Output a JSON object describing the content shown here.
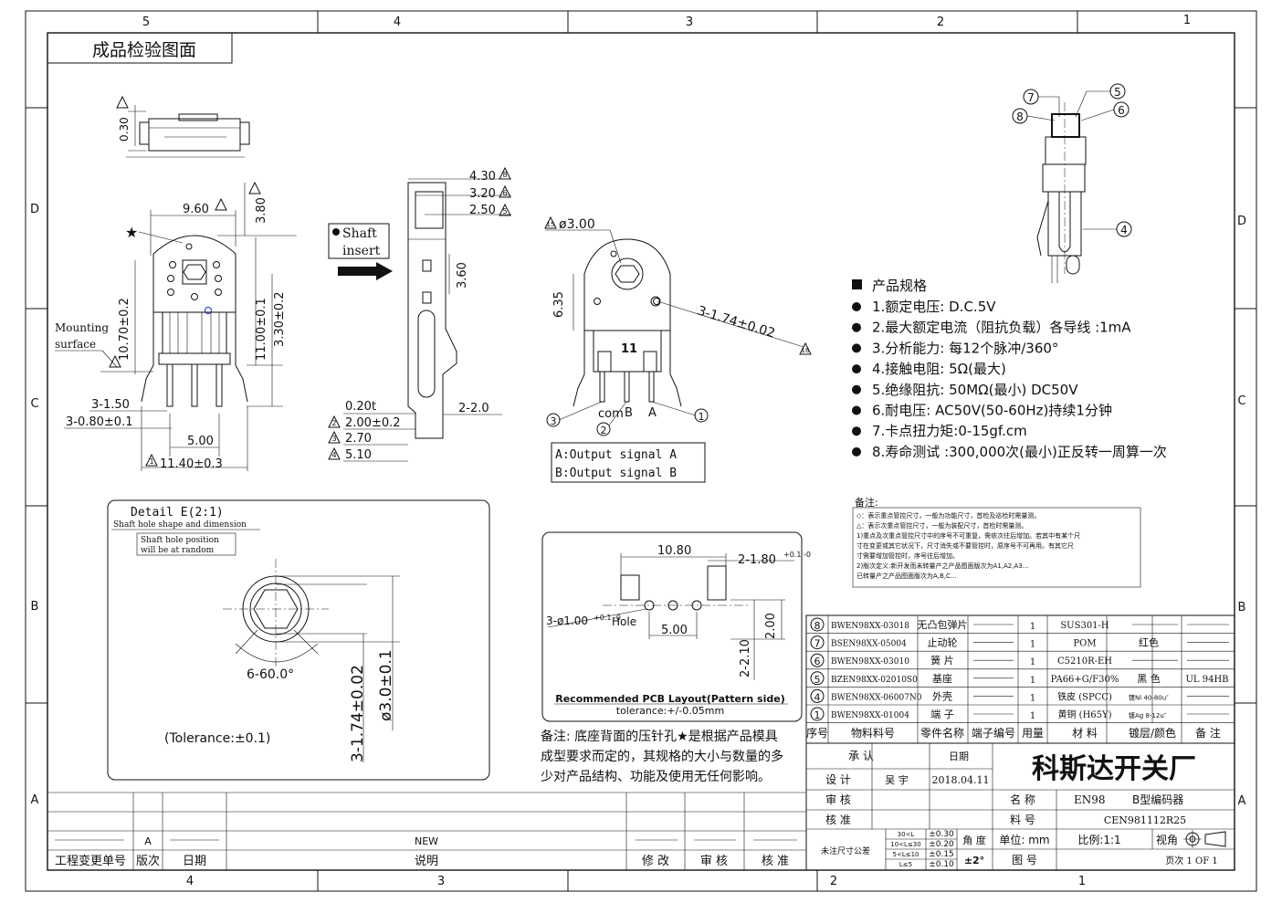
{
  "frame": {
    "top_zones": [
      "5",
      "4",
      "3",
      "2",
      "1"
    ],
    "bottom_zones": [
      "4",
      "3",
      "2",
      "1"
    ],
    "left_zones": [
      "D",
      "C",
      "B",
      "A"
    ],
    "right_zones": [
      "D",
      "C",
      "B",
      "A"
    ]
  },
  "title_box": "成品检验图面",
  "side_view": {
    "dim": "0.30"
  },
  "front_view": {
    "dim_width": "9.60",
    "dim_height_top": "3.80",
    "dim_left_tall": "10.70±0.2",
    "dim_right_a": "11.00±0.1",
    "dim_right_b": "3.30±0.2",
    "mounting_label_1": "Mounting",
    "mounting_label_2": "surface",
    "dim_pin_len": "3-1.50",
    "dim_pin_dia": "3-0.80±0.1",
    "dim_pitch": "5.00",
    "dim_total": "11.40±0.3",
    "tag_total": "1",
    "star": "★"
  },
  "shaft_insert": {
    "line1": "Shaft",
    "line2": "insert"
  },
  "profile_view": {
    "dim_a": "4.30",
    "tag_a": "8",
    "dim_b": "3.20",
    "tag_b": "6",
    "dim_c": "2.50",
    "tag_c": "5",
    "dim_d": "3.60",
    "dim_e": "0.20t",
    "dim_f": "2.00±0.2",
    "tag_f": "2",
    "dim_g": "2.70",
    "tag_g": "3",
    "dim_h": "5.10",
    "tag_h": "4",
    "dim_i": "2-2.0"
  },
  "rear_view": {
    "dim_hole": "ø3.00",
    "tag_hole": "15",
    "dim_height": "6.35",
    "dim_holes": "3-1.74±0.02",
    "tag_holes": "16",
    "mark": "11",
    "pin_com": "com",
    "pin_b": "B",
    "pin_a": "A",
    "callout_3": "3",
    "callout_2": "2",
    "callout_1": "1",
    "signal_a": "A:Output signal A",
    "signal_b": "B:Output signal B"
  },
  "exploded": {
    "c7": "7",
    "c8": "8",
    "c5": "5",
    "c6": "6",
    "c4": "4"
  },
  "specs": {
    "heading": "产品规格",
    "items": [
      "1.额定电压: D.C.5V",
      "2.最大额定电流（阻抗负载）各导线 :1mA",
      "3.分析能力: 每12个脉冲/360°",
      "4.接触电阻: 5Ω(最大)",
      "5.绝缘阻抗: 50MΩ(最小) DC50V",
      "6.耐电压: AC50V(50-60Hz)持续1分钟",
      "7.卡点扭力矩:0-15gf.cm",
      "8.寿命测试 :300,000次(最小)正反转一周算一次"
    ]
  },
  "notes": {
    "heading": "备注:",
    "lines": [
      "◇：表示重点管控尺寸，一般为功能尺寸，首检及巡检时需量测。",
      "△：表示次重点管控尺寸，一般为装配尺寸，首检时需量测。",
      "1)重点及次重点管控尺寸中的序号不可重复，需依次往后增加。若其中有某个尺",
      "寸在变更或其它状况下，尺寸消失或不要管控时，原序号不可再用。有其它尺",
      "寸需要增加管控时，序号往后增加。",
      "2)版次定义:新开发而未转量产之产品图面版次为A1,A2,A3...",
      "已转量产之产品图面版次为A,B,C..."
    ]
  },
  "detail": {
    "title": "Detail E(2:1)",
    "subtitle": "Shaft hole shape and dimension",
    "note_1": "Shaft hole position",
    "note_2": "will be at random",
    "angle": "6-60.0°",
    "dim_a": "3-1.74±0.02",
    "dim_b": "ø3.0±0.1",
    "tolerance": "(Tolerance:±0.1)"
  },
  "pcb": {
    "dim_w": "10.80",
    "dim_slot": "2-1.80",
    "dim_slot_tol": "+0.1\n-0",
    "hole": "3-ø1.00",
    "hole_tol": "+0.1\n-0",
    "hole_suffix": "Hole",
    "dim_pitch": "5.00",
    "dim_h": "2.00",
    "dim_slot_w": "2-2.10",
    "caption": "Recommended PCB Layout(Pattern side)",
    "tolerance": "tolerance:+/-0.05mm"
  },
  "remark": {
    "lines": [
      "备注: 底座背面的压针孔★是根据产品模具",
      "成型要求而定的，其规格的大小与数量的多",
      "少对产品结构、功能及使用无任何影响。"
    ]
  },
  "bom": {
    "rows": [
      {
        "no": "8",
        "part": "BWEN98XX-03018",
        "name": "无凸包弹片",
        "qty": "1",
        "material": "SUS301-H",
        "finish": "",
        "note": ""
      },
      {
        "no": "7",
        "part": "BSEN98XX-05004",
        "name": "止动轮",
        "qty": "1",
        "material": "POM",
        "finish": "红色",
        "note": ""
      },
      {
        "no": "6",
        "part": "BWEN98XX-03010",
        "name": "簧 片",
        "qty": "1",
        "material": "C5210R-EH",
        "finish": "",
        "note": ""
      },
      {
        "no": "5",
        "part": "BZEN98XX-02010S0",
        "name": "基座",
        "qty": "1",
        "material": "PA66+G/F30%",
        "finish": "黑 色",
        "note": "UL 94HB"
      },
      {
        "no": "4",
        "part": "BWEN98XX-06007N0",
        "name": "外壳",
        "qty": "1",
        "material": "铁皮 (SPCC)",
        "finish": "镀Ni 40-80u″",
        "note": ""
      },
      {
        "no": "1",
        "part": "BWEN98XX-01004",
        "name": "端 子",
        "qty": "1",
        "material": "黄铜 (H65Y)",
        "finish": "镀Ag 8-12u″",
        "note": ""
      }
    ],
    "headers": [
      "序号",
      "物料料号",
      "零件名称",
      "端子编号",
      "用量",
      "材 料",
      "镀层/颜色",
      "备 注"
    ]
  },
  "title_block": {
    "approve": "承 认",
    "date_label": "日期",
    "company": "科斯达开关厂",
    "design": "设 计",
    "designer": "吴 宇",
    "date": "2018.04.11",
    "review": "审 核",
    "check": "核 准",
    "name_label": "名 称",
    "name_model": "EN98",
    "name_value": "B型编码器",
    "part_label": "料 号",
    "part_value": "CEN981112R25",
    "untol": "未注尺寸公差",
    "tol_rows": [
      {
        "range": "30<L",
        "value": "±0.30"
      },
      {
        "range": "10<L≤30",
        "value": "±0.20"
      },
      {
        "range": "5<L≤10",
        "value": "±0.15"
      },
      {
        "range": "L≤5",
        "value": "±0.10"
      }
    ],
    "angle_label": "角 度",
    "angle_value": "±2°",
    "unit": "单位: mm",
    "scale": "比例:1:1",
    "view": "视角",
    "drawing_label": "图 号",
    "page": "页次 1 OF 1"
  },
  "revision": {
    "rev_letter": "A",
    "rev_desc": "NEW",
    "col_change": "工程变更单号",
    "col_rev": "版次",
    "col_date": "日期",
    "col_desc": "说明",
    "col_modify": "修 改",
    "col_review": "审 核",
    "col_approve": "核 准"
  }
}
